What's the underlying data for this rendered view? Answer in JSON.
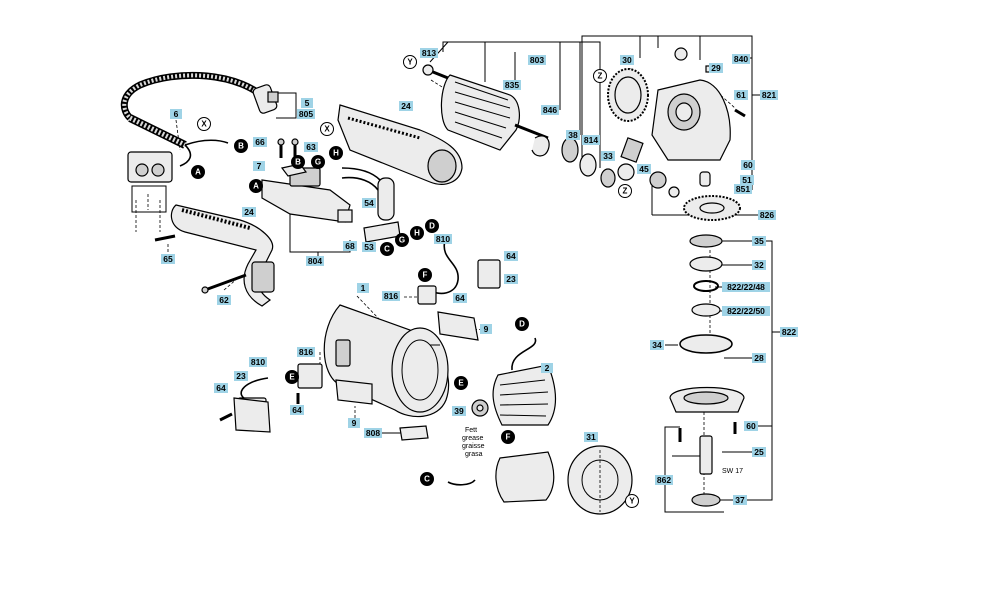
{
  "diagram": {
    "labels": [
      {
        "id": "p813",
        "text": "813"
      },
      {
        "id": "p803",
        "text": "803"
      },
      {
        "id": "p835",
        "text": "835"
      },
      {
        "id": "p30",
        "text": "30"
      },
      {
        "id": "p840",
        "text": "840"
      },
      {
        "id": "p29",
        "text": "29"
      },
      {
        "id": "p61",
        "text": "61"
      },
      {
        "id": "p821",
        "text": "821"
      },
      {
        "id": "p846",
        "text": "846"
      },
      {
        "id": "p38",
        "text": "38"
      },
      {
        "id": "p814",
        "text": "814"
      },
      {
        "id": "p33",
        "text": "33"
      },
      {
        "id": "p45",
        "text": "45"
      },
      {
        "id": "p60a",
        "text": "60"
      },
      {
        "id": "p51",
        "text": "51"
      },
      {
        "id": "p851",
        "text": "851"
      },
      {
        "id": "p826",
        "text": "826"
      },
      {
        "id": "p5",
        "text": "5"
      },
      {
        "id": "p805",
        "text": "805"
      },
      {
        "id": "p24a",
        "text": "24"
      },
      {
        "id": "p6",
        "text": "6"
      },
      {
        "id": "p66",
        "text": "66"
      },
      {
        "id": "p63",
        "text": "63"
      },
      {
        "id": "p7",
        "text": "7"
      },
      {
        "id": "p54",
        "text": "54"
      },
      {
        "id": "p24b",
        "text": "24"
      },
      {
        "id": "p68",
        "text": "68"
      },
      {
        "id": "p53",
        "text": "53"
      },
      {
        "id": "p804",
        "text": "804"
      },
      {
        "id": "p810a",
        "text": "810"
      },
      {
        "id": "p64a",
        "text": "64"
      },
      {
        "id": "p23a",
        "text": "23"
      },
      {
        "id": "p65",
        "text": "65"
      },
      {
        "id": "p62",
        "text": "62"
      },
      {
        "id": "p1",
        "text": "1"
      },
      {
        "id": "p816a",
        "text": "816"
      },
      {
        "id": "p64b",
        "text": "64"
      },
      {
        "id": "p9a",
        "text": "9"
      },
      {
        "id": "p816b",
        "text": "816"
      },
      {
        "id": "p810b",
        "text": "810"
      },
      {
        "id": "p23b",
        "text": "23"
      },
      {
        "id": "p64c",
        "text": "64"
      },
      {
        "id": "p64d",
        "text": "64"
      },
      {
        "id": "p2",
        "text": "2"
      },
      {
        "id": "p9b",
        "text": "9"
      },
      {
        "id": "p39",
        "text": "39"
      },
      {
        "id": "p808",
        "text": "808"
      },
      {
        "id": "p31",
        "text": "31"
      },
      {
        "id": "p35",
        "text": "35"
      },
      {
        "id": "p32",
        "text": "32"
      },
      {
        "id": "p822_22_48",
        "text": "822/22/48"
      },
      {
        "id": "p822_22_50",
        "text": "822/22/50"
      },
      {
        "id": "p34",
        "text": "34"
      },
      {
        "id": "p28",
        "text": "28"
      },
      {
        "id": "p822",
        "text": "822"
      },
      {
        "id": "p60b",
        "text": "60"
      },
      {
        "id": "p25",
        "text": "25"
      },
      {
        "id": "p862",
        "text": "862"
      },
      {
        "id": "p37",
        "text": "37"
      }
    ],
    "markers": [
      {
        "id": "mY1",
        "text": "Y",
        "style": "open"
      },
      {
        "id": "mZ1",
        "text": "Z",
        "style": "open"
      },
      {
        "id": "mZ2",
        "text": "Z",
        "style": "open"
      },
      {
        "id": "mX1",
        "text": "X",
        "style": "open"
      },
      {
        "id": "mX2",
        "text": "X",
        "style": "open"
      },
      {
        "id": "mA1",
        "text": "A",
        "style": "filled"
      },
      {
        "id": "mB1",
        "text": "B",
        "style": "filled"
      },
      {
        "id": "mA2",
        "text": "A",
        "style": "filled"
      },
      {
        "id": "mB2",
        "text": "B",
        "style": "filled"
      },
      {
        "id": "mG1",
        "text": "G",
        "style": "filled"
      },
      {
        "id": "mH1",
        "text": "H",
        "style": "filled"
      },
      {
        "id": "mD1",
        "text": "D",
        "style": "filled"
      },
      {
        "id": "mH2",
        "text": "H",
        "style": "filled"
      },
      {
        "id": "mG2",
        "text": "G",
        "style": "filled"
      },
      {
        "id": "mC1",
        "text": "C",
        "style": "filled"
      },
      {
        "id": "mF1",
        "text": "F",
        "style": "filled"
      },
      {
        "id": "mD2",
        "text": "D",
        "style": "filled"
      },
      {
        "id": "mE1",
        "text": "E",
        "style": "filled"
      },
      {
        "id": "mE2",
        "text": "E",
        "style": "filled"
      },
      {
        "id": "mF2",
        "text": "F",
        "style": "filled"
      },
      {
        "id": "mC2",
        "text": "C",
        "style": "filled"
      },
      {
        "id": "mY2",
        "text": "Y",
        "style": "open"
      }
    ],
    "notes": {
      "grease_1": "Fett",
      "grease_2": "grease",
      "grease_3": "graisse",
      "grease_4": "grasa",
      "wrench_size": "SW 17"
    },
    "colors": {
      "label_fill": "#9fd3e6",
      "line": "#000000",
      "part_fill": "#ececec",
      "background": "#ffffff"
    }
  }
}
